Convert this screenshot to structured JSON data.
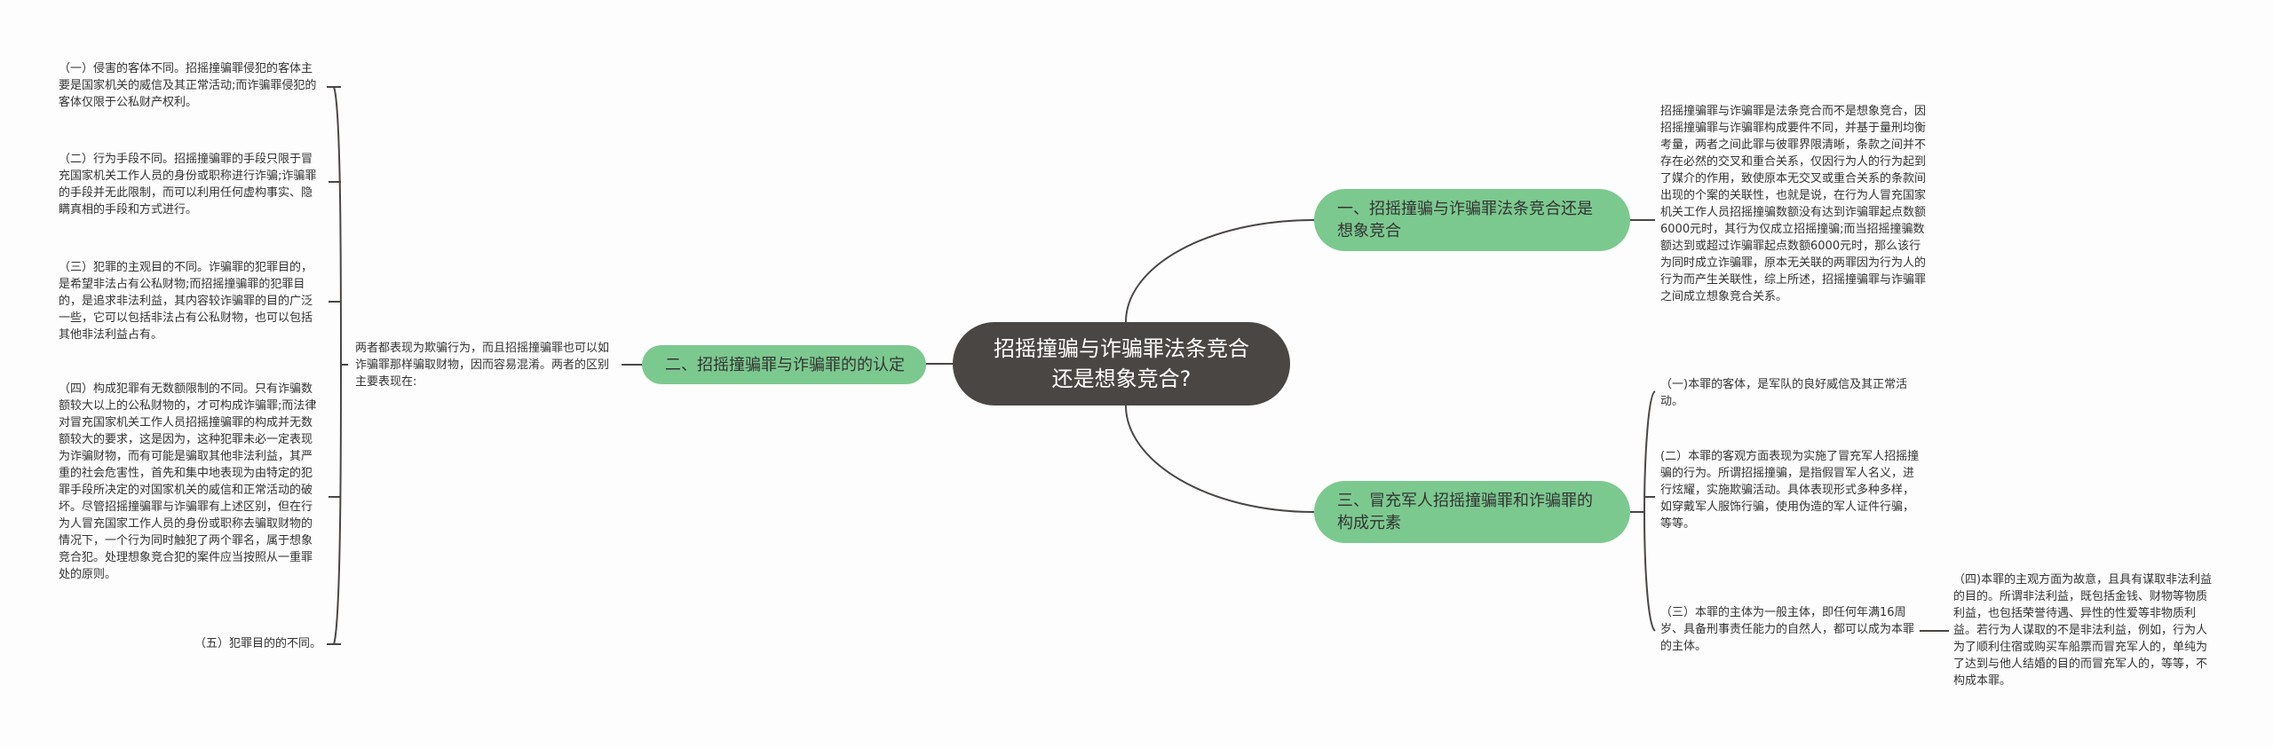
{
  "root": {
    "title": "招摇撞骗与诈骗罪法条竞合还是想象竞合?"
  },
  "branches": {
    "b1": {
      "title": "一、招摇撞骗与诈骗罪法条竞合还是想象竞合",
      "text": "招摇撞骗罪与诈骗罪是法条竞合而不是想象竞合，因招摇撞骗罪与诈骗罪构成要件不同，并基于量刑均衡考量，两者之间此罪与彼罪界限清晰，条款之间并不存在必然的交叉和重合关系，仅因行为人的行为起到了媒介的作用，致使原本无交叉或重合关系的条款间出现的个案的关联性，也就是说，在行为人冒充国家机关工作人员招摇撞骗数额没有达到诈骗罪起点数额6000元时，其行为仅成立招摇撞骗;而当招摇撞骗数额达到或超过诈骗罪起点数额6000元时，那么该行为同时成立诈骗罪，原本无关联的两罪因为行为人的行为而产生关联性，综上所述，招摇撞骗罪与诈骗罪之间成立想象竞合关系。"
    },
    "b2": {
      "title": "二、招摇撞骗罪与诈骗罪的的认定",
      "text": "两者都表现为欺骗行为，而且招摇撞骗罪也可以如诈骗罪那样骗取财物，因而容易混淆。两者的区别主要表现在:",
      "items": [
        "（一）侵害的客体不同。招摇撞骗罪侵犯的客体主要是国家机关的威信及其正常活动;而诈骗罪侵犯的客体仅限于公私财产权利。",
        "（二）行为手段不同。招摇撞骗罪的手段只限于冒充国家机关工作人员的身份或职称进行诈骗;诈骗罪的手段并无此限制，而可以利用任何虚构事实、隐瞒真相的手段和方式进行。",
        "（三）犯罪的主观目的不同。诈骗罪的犯罪目的，是希望非法占有公私财物;而招摇撞骗罪的犯罪目的，是追求非法利益，其内容较诈骗罪的目的广泛一些，它可以包括非法占有公私财物，也可以包括其他非法利益占有。",
        "（四）构成犯罪有无数额限制的不同。只有诈骗数额较大以上的公私财物的，才可构成诈骗罪;而法律对冒充国家机关工作人员招摇撞骗罪的构成并无数额较大的要求，这是因为，这种犯罪未必一定表现为诈骗财物，而有可能是骗取其他非法利益，其严重的社会危害性，首先和集中地表现为由特定的犯罪手段所决定的对国家机关的威信和正常活动的破坏。尽管招摇撞骗罪与诈骗罪有上述区别，但在行为人冒充国家工作人员的身份或职称去骗取财物的情况下，一个行为同时触犯了两个罪名，属于想象竞合犯。处理想象竞合犯的案件应当按照从一重罪处的原则。",
        "（五）犯罪目的的不同。"
      ]
    },
    "b3": {
      "title": "三、冒充军人招摇撞骗罪和诈骗罪的构成元素",
      "items": [
        "（一)本罪的客体，是军队的良好威信及其正常活动。",
        "(二）本罪的客观方面表现为实施了冒充军人招摇撞骗的行为。所谓招摇撞骗，是指假冒军人名义，进行炫耀，实施欺骗活动。具体表现形式多种多样，如穿戴军人服饰行骗，使用伪造的军人证件行骗，等等。",
        "（三）本罪的主体为一般主体，即任何年满16周岁、具备刑事责任能力的自然人，都可以成为本罪的主体。"
      ],
      "sub": "（四)本罪的主观方面为故意，且具有谋取非法利益的目的。所谓非法利益，既包括金钱、财物等物质利益，也包括荣誉待遇、异性的性爱等非物质利益。若行为人谋取的不是非法利益，例如，行为人为了顺利住宿或购买车船票而冒充军人的，单纯为了达到与他人结婚的目的而冒充军人的，等等，不构成本罪。"
    }
  },
  "colors": {
    "root_bg": "#4a4644",
    "branch_bg": "#7cc98f",
    "line": "#4a4644"
  }
}
